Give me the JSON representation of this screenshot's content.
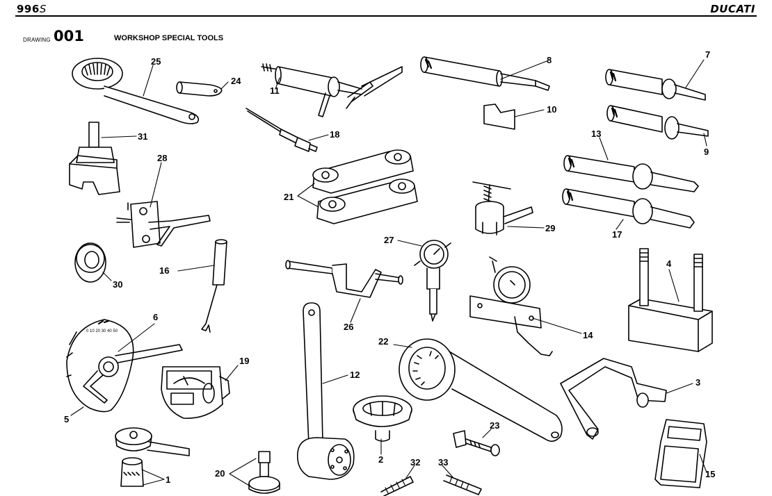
{
  "header": {
    "model": "996",
    "model_suffix": "S",
    "brand": "DUCATI"
  },
  "drawing": {
    "label": "DRAWING",
    "number": "001",
    "title": "WORKSHOP SPECIAL TOOLS"
  },
  "callouts": [
    "25",
    "24",
    "11",
    "8",
    "7",
    "31",
    "18",
    "10",
    "13",
    "9",
    "28",
    "21",
    "29",
    "17",
    "30",
    "16",
    "27",
    "4",
    "14",
    "26",
    "6",
    "19",
    "22",
    "12",
    "3",
    "5",
    "23",
    "2",
    "32",
    "33",
    "1",
    "20",
    "15"
  ]
}
